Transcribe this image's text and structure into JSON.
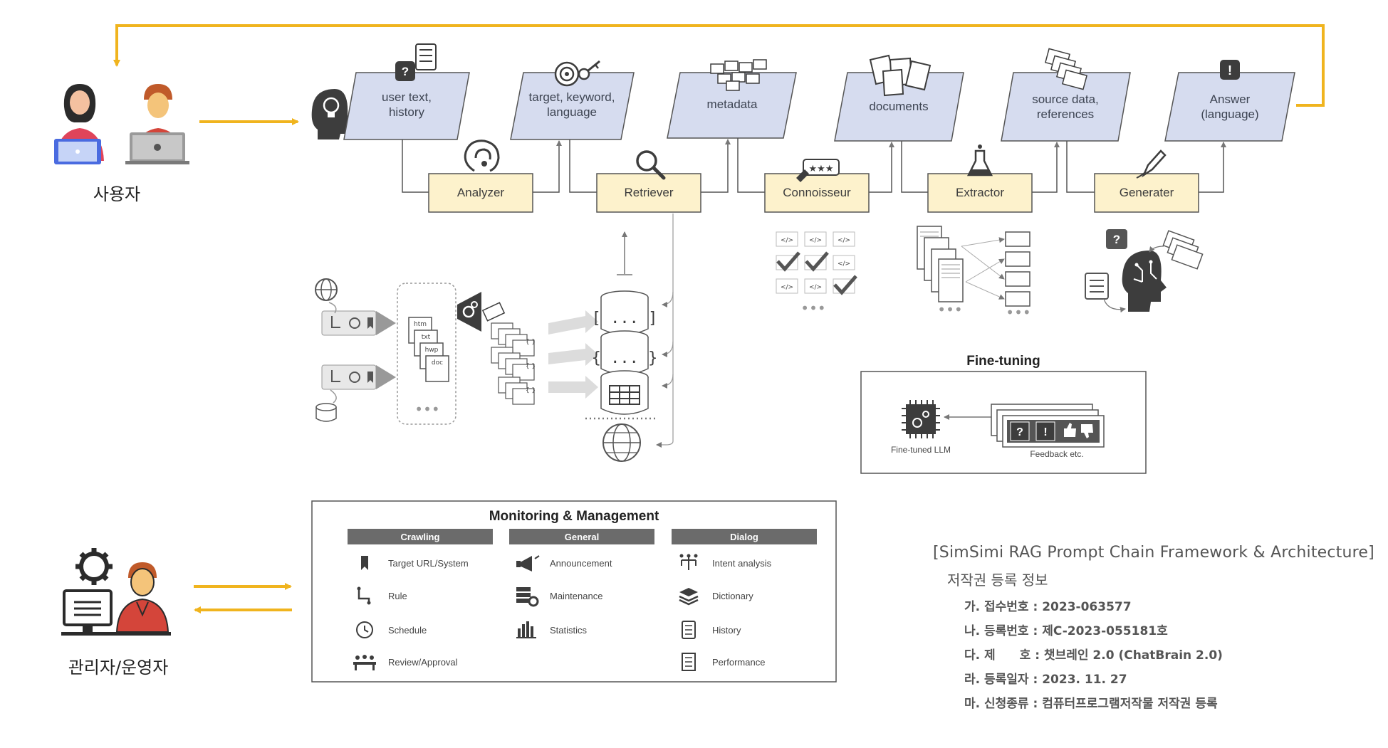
{
  "stages": [
    {
      "id": "user-text",
      "label_lines": [
        "user text,",
        "history"
      ],
      "icon": "question-scroll-icon"
    },
    {
      "id": "target",
      "label_lines": [
        "target, keyword,",
        "language"
      ],
      "icon": "target-keys-icon"
    },
    {
      "id": "metadata",
      "label_lines": [
        "metadata"
      ],
      "icon": "code-tiles-icon"
    },
    {
      "id": "documents",
      "label_lines": [
        "documents"
      ],
      "icon": "document-stack-icon"
    },
    {
      "id": "source-data",
      "label_lines": [
        "source data,",
        "references"
      ],
      "icon": "document-stack-icon"
    },
    {
      "id": "answer",
      "label_lines": [
        "Answer",
        "(language)"
      ],
      "icon": "exclamation-icon"
    }
  ],
  "agents": [
    {
      "id": "analyzer",
      "label": "Analyzer",
      "icon": "ear-icon"
    },
    {
      "id": "retriever",
      "label": "Retriever",
      "icon": "magnifier-icon"
    },
    {
      "id": "connoisseur",
      "label": "Connoisseur",
      "icon": "rating-icon"
    },
    {
      "id": "extractor",
      "label": "Extractor",
      "icon": "flask-icon"
    },
    {
      "id": "generater",
      "label": "Generater",
      "icon": "pen-icon"
    }
  ],
  "actors": {
    "user": "사용자",
    "admin": "관리자/운영자"
  },
  "ingest": {
    "file_types": [
      "htm",
      "txt",
      "hwp",
      "doc"
    ],
    "db_symbols": [
      "[ ... ]",
      "{ ... }"
    ],
    "json_symbol": "{ }",
    "code_symbol": "</>"
  },
  "finetune": {
    "title": "Fine-tuning",
    "llm_label": "Fine-tuned LLM",
    "feedback_label": "Feedback etc.",
    "feedback_symbols": [
      "?",
      "!"
    ]
  },
  "monitoring": {
    "title": "Monitoring & Management",
    "columns": [
      {
        "header": "Crawling",
        "items": [
          {
            "label": "Target URL/System",
            "icon": "bookmark-icon"
          },
          {
            "label": "Rule",
            "icon": "route-icon"
          },
          {
            "label": "Schedule",
            "icon": "clock-icon"
          },
          {
            "label": "Review/Approval",
            "icon": "meeting-icon"
          }
        ]
      },
      {
        "header": "General",
        "items": [
          {
            "label": "Announcement",
            "icon": "megaphone-icon"
          },
          {
            "label": "Maintenance",
            "icon": "server-gear-icon"
          },
          {
            "label": "Statistics",
            "icon": "bar-chart-icon"
          }
        ]
      },
      {
        "header": "Dialog",
        "items": [
          {
            "label": "Intent analysis",
            "icon": "flow-icon"
          },
          {
            "label": "Dictionary",
            "icon": "layers-icon"
          },
          {
            "label": "History",
            "icon": "scroll-icon"
          },
          {
            "label": "Performance",
            "icon": "checklist-icon"
          }
        ]
      }
    ]
  },
  "info": {
    "title": "[SimSimi RAG Prompt Chain Framework & Architecture]",
    "subtitle": "저작권 등록 정보",
    "lines": [
      "가. 접수번호 : 2023-063577",
      "나. 등록번호 : 제C-2023-055181호",
      "다. 제　　호 : 챗브레인 2.0 (ChatBrain 2.0)",
      "라. 등록일자 : 2023. 11. 27",
      "마. 신청종류 : 컴퓨터프로그램저작물 저작권 등록"
    ]
  },
  "colors": {
    "stage_fill": "#d6dcef",
    "agent_fill": "#fdf2cc",
    "arrow_gold": "#f0b41e",
    "header_gray": "#6b6b6b",
    "icon_dark": "#3d3d3d"
  }
}
